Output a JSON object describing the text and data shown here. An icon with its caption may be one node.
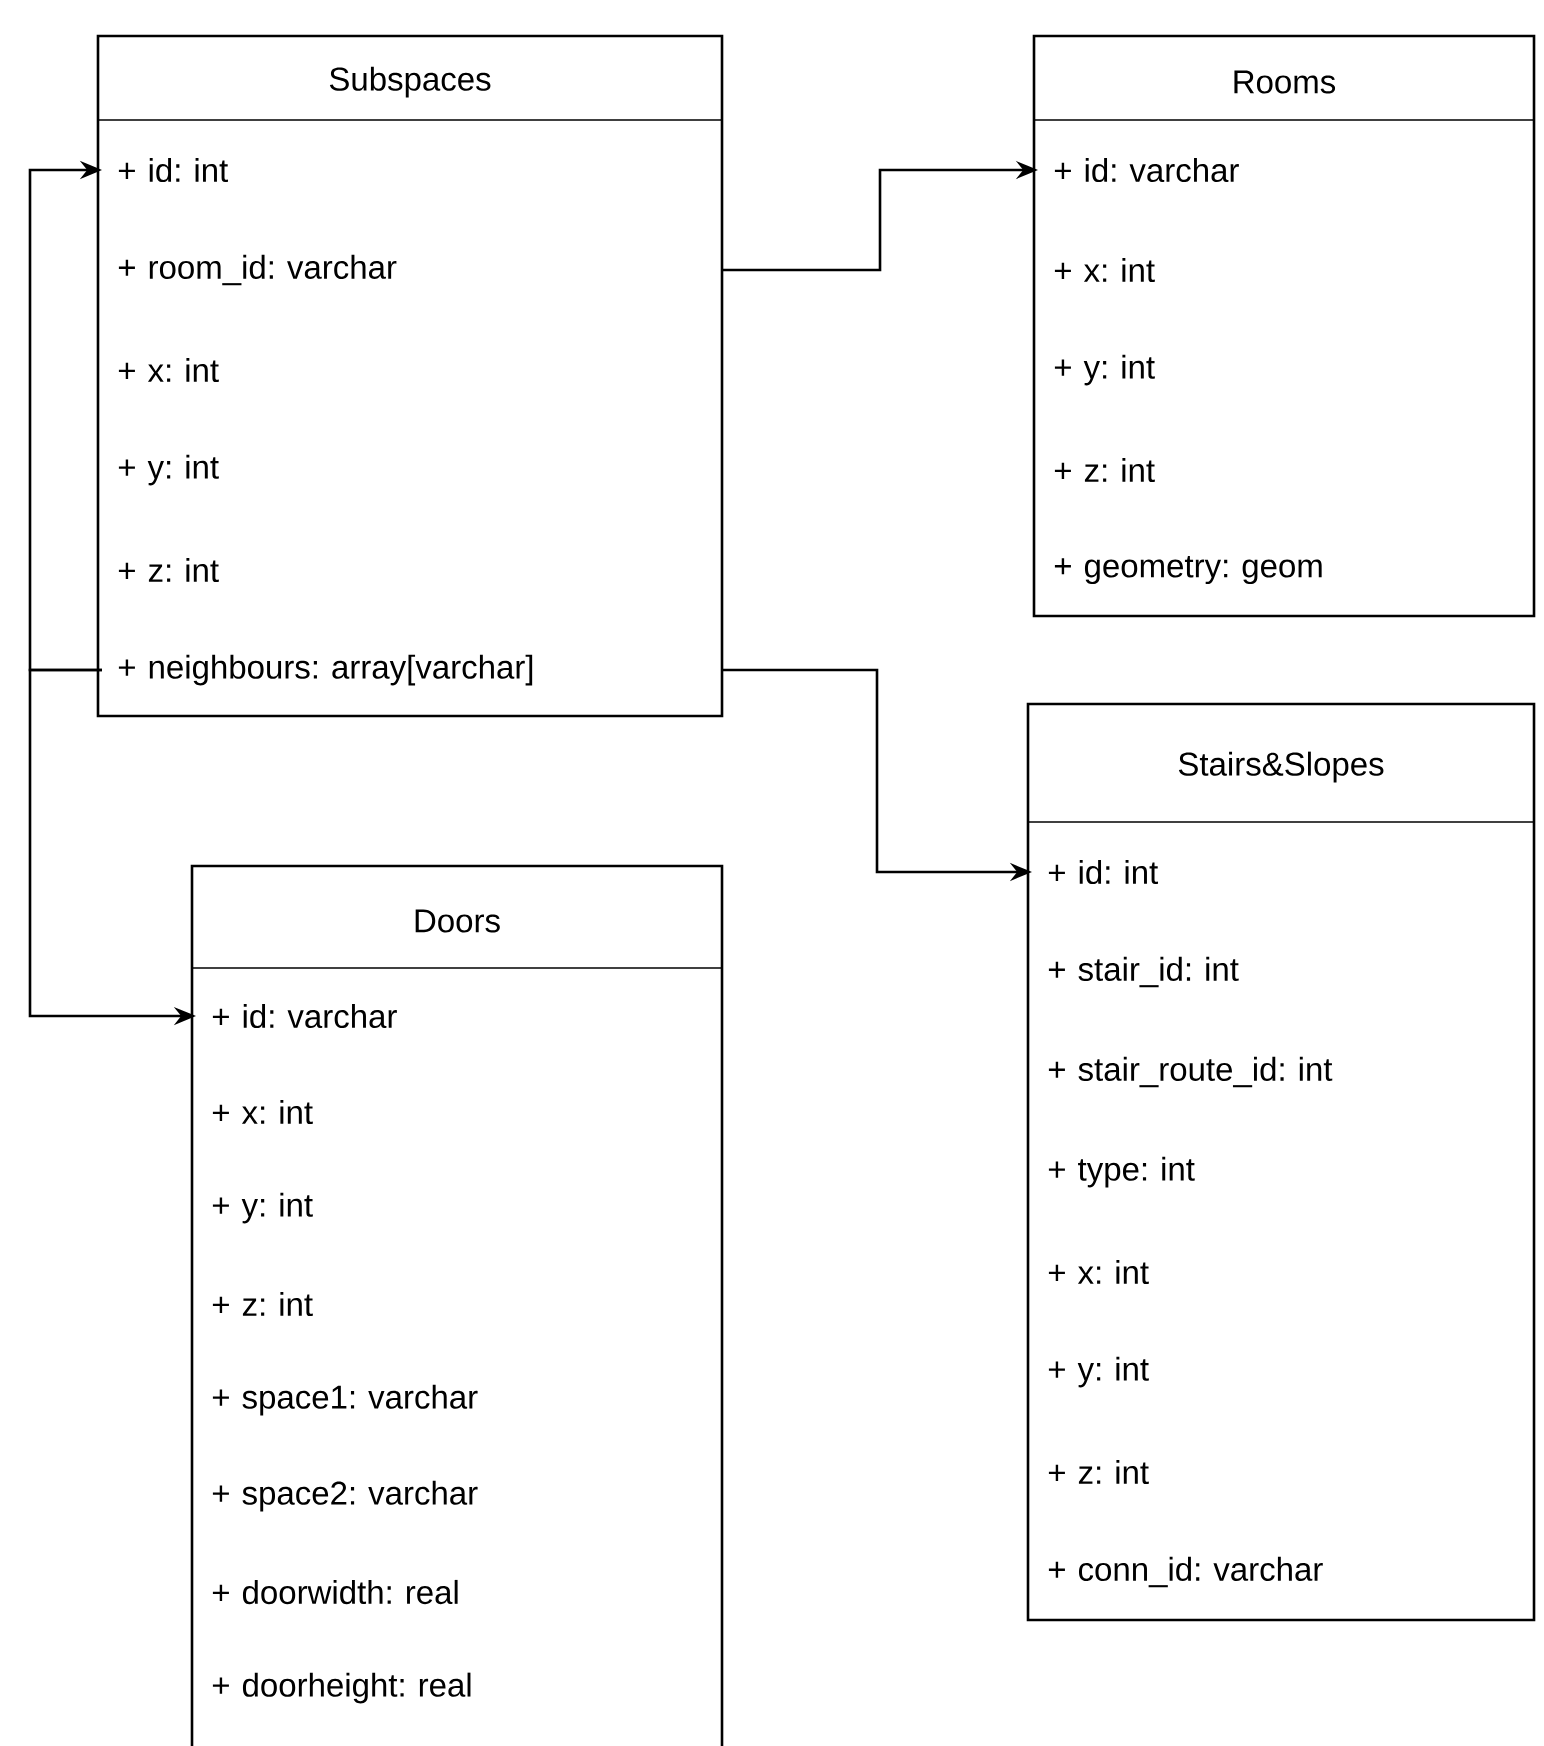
{
  "diagram": {
    "nodes": [
      {
        "text": [
          "Subspaces"
        ]
      },
      {
        "text": [
          "+ id: int"
        ],
        "in": 0
      },
      {
        "text": [
          "+ room_id: varchar"
        ],
        "in": 0
      },
      {
        "text": [
          "+ x: int"
        ],
        "in": 0
      },
      {
        "text": [
          "+ y: int"
        ],
        "in": 0
      },
      {
        "text": [
          "+ z: int"
        ],
        "in": 0
      },
      {
        "text": [
          "+ neighbours: array[varchar]"
        ],
        "in": 0
      },
      {
        "text": [
          "Rooms"
        ]
      },
      {
        "text": [
          "+ id: varchar"
        ],
        "in": 7
      },
      {
        "text": [
          "+ x: int"
        ],
        "in": 7
      },
      {
        "text": [
          "+ y: int"
        ],
        "in": 7
      },
      {
        "text": [
          "+ z: int"
        ],
        "in": 7
      },
      {
        "text": [
          "+ geometry: geom"
        ],
        "in": 7
      },
      {
        "text": [
          "Stairs&Slopes"
        ]
      },
      {
        "text": [
          "+ id: int"
        ],
        "in": 13
      },
      {
        "text": [
          "+ stair_id: int"
        ],
        "in": 13
      },
      {
        "text": [
          "+ stair_route_id: int"
        ],
        "in": 13
      },
      {
        "text": [
          "+ type: int"
        ],
        "in": 13
      },
      {
        "text": [
          "+ x: int"
        ],
        "in": 13
      },
      {
        "text": [
          "+ y: int"
        ],
        "in": 13
      },
      {
        "text": [
          "+ z: int"
        ],
        "in": 13
      },
      {
        "text": [
          "+ conn_id: varchar"
        ],
        "in": 13
      },
      {
        "text": [
          "Doors"
        ]
      },
      {
        "text": [
          "+ id: varchar"
        ],
        "in": 22
      },
      {
        "text": [
          "+ x: int"
        ],
        "in": 22
      },
      {
        "text": [
          "+ y: int"
        ],
        "in": 22
      },
      {
        "text": [
          "+ z: int"
        ],
        "in": 22
      },
      {
        "text": [
          "+ space1: varchar"
        ],
        "in": 22
      },
      {
        "text": [
          "+ space2: varchar"
        ],
        "in": 22
      },
      {
        "text": [
          "+ doorwidth: real"
        ],
        "in": 22
      },
      {
        "text": [
          "+ doorheight: real"
        ],
        "in": 22
      }
    ],
    "edges": [
      {
        "from": 0,
        "to": 8,
        "arrow": "to"
      },
      {
        "from": 0,
        "to": 14,
        "arrow": "to"
      },
      {
        "from": 6,
        "to": 1,
        "arrow": "to"
      },
      {
        "from": 6,
        "to": 23,
        "arrow": "to"
      }
    ]
  }
}
